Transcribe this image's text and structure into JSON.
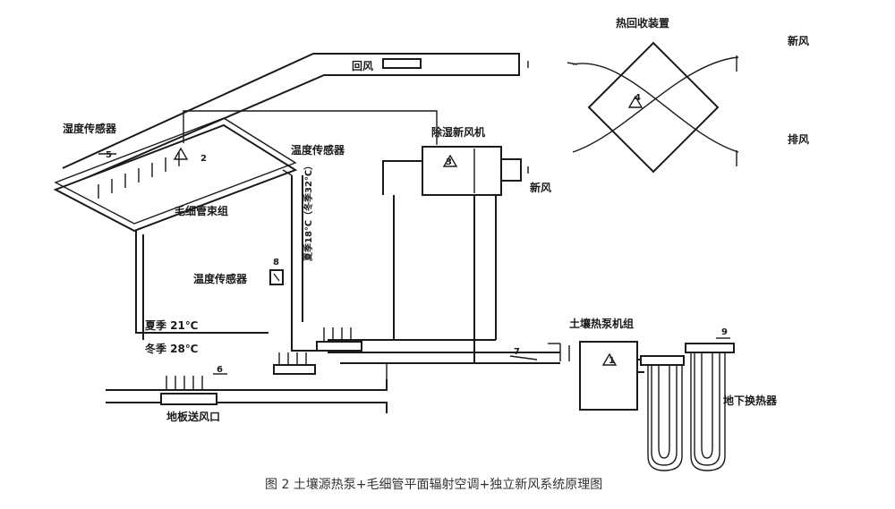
{
  "labels": {
    "heat_recovery": "热回收装置",
    "fresh_air_top": "新风",
    "exhaust": "排风",
    "return_air": "回风",
    "humidity_sensor": "湿度传感器",
    "temp_sensor_top": "温度传感器",
    "dehumid_unit": "除湿新风机",
    "fresh_air_unit": "新风",
    "capillary": "毛细管束组",
    "vertical_text": "夏季18℃（冬季32℃）",
    "temp_sensor_mid": "温度传感器",
    "summer": "夏季 21℃",
    "winter": "冬季 28℃",
    "heat_pump": "土壤热泵机组",
    "underground": "地下换热器",
    "floor_outlet": "地板送风口",
    "caption": "图 2  土壤源热泵+毛细管平面辐射空调+独立新风系统原理图"
  },
  "numbers": {
    "n1": "1",
    "n2": "2",
    "n3": "3",
    "n4": "4",
    "n5": "5",
    "n6": "6",
    "n7": "7",
    "n8": "8",
    "n9": "9"
  }
}
